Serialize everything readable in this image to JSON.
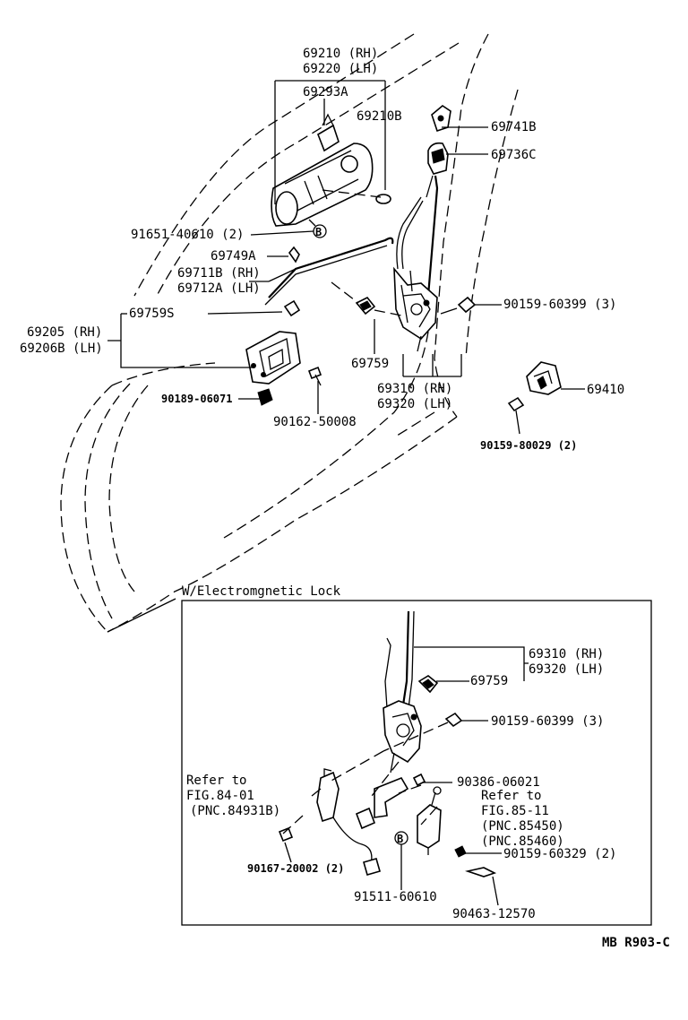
{
  "diagram": {
    "labels": {
      "p69210": "69210 (RH)",
      "p69220": "69220 (LH)",
      "p69293A": "69293A",
      "p69210B": "69210B",
      "p69741B": "69741B",
      "p69736C": "69736C",
      "p91651": "91651-40610 (2)",
      "p69749A": "69749A",
      "p69711B": "69711B (RH)",
      "p69712A": "69712A (LH)",
      "p69759S": "69759S",
      "p69205": "69205 (RH)",
      "p69206B": "69206B (LH)",
      "p90159_60399": "90159-60399 (3)",
      "p69759": "69759",
      "p69310": "69310 (RH)",
      "p69320": "69320 (LH)",
      "p69410": "69410",
      "p90189": "90189-06071",
      "p90162": "90162-50008",
      "p90159_80029": "90159-80029 (2)",
      "inset_title": "W/Electromgnetic Lock",
      "i69310": "69310 (RH)",
      "i69320": "69320 (LH)",
      "i69759": "69759",
      "i90159_60399": "90159-60399 (3)",
      "i90386": "90386-06021",
      "refer1_a": "Refer to",
      "refer1_b": "FIG.84-01",
      "refer1_c": "(PNC.84931B)",
      "refer2_a": "Refer to",
      "refer2_b": "FIG.85-11",
      "refer2_c": "(PNC.85450)",
      "refer2_d": "(PNC.85460)",
      "i90159_60329": "90159-60329 (2)",
      "i90167": "90167-20002 (2)",
      "i91511": "91511-60610",
      "i90463": "90463-12570",
      "marker_b1": "B",
      "marker_b2": "B",
      "fig_code": "MB R903-C"
    }
  }
}
